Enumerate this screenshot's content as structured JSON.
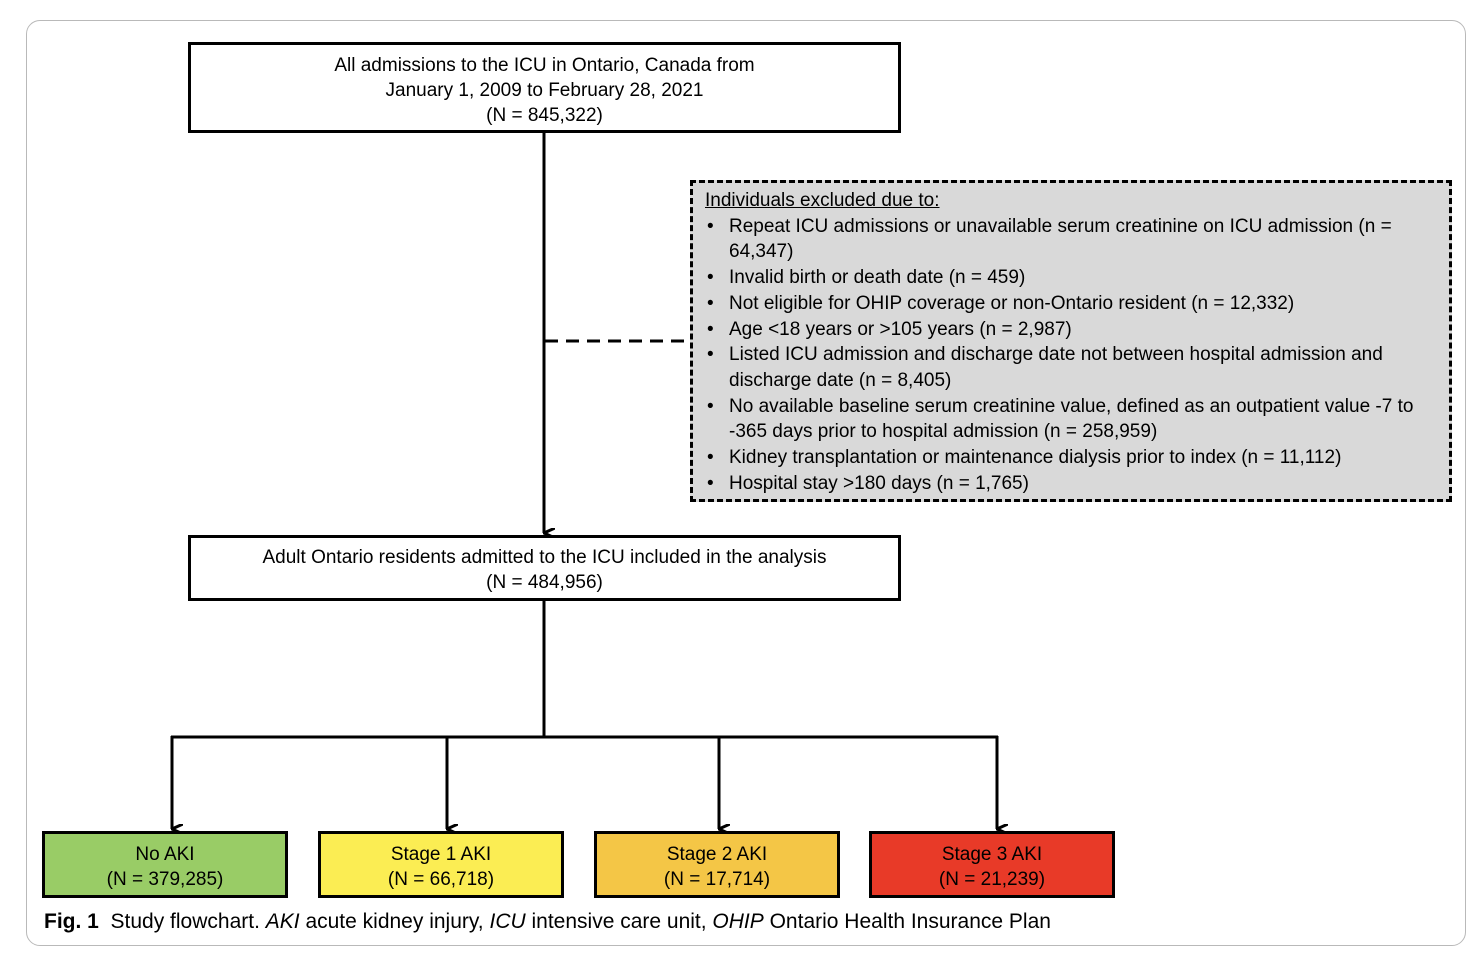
{
  "boxes": {
    "top": {
      "lines": [
        "All admissions to the ICU in Ontario, Canada from",
        "January 1, 2009 to February 28, 2021",
        "(N = 845,322)"
      ]
    },
    "exclusions": {
      "heading": "Individuals excluded due to:",
      "items": [
        "Repeat ICU admissions or unavailable serum creatinine on ICU admission (n = 64,347)",
        "Invalid birth or death date (n = 459)",
        "Not eligible for OHIP coverage or non-Ontario resident (n = 12,332)",
        "Age <18 years or >105 years (n = 2,987)",
        "Listed ICU admission and discharge date not between hospital admission and discharge date (n = 8,405)",
        "No available baseline serum creatinine value, defined as an outpatient value -7 to -365 days prior to hospital admission (n = 258,959)",
        "Kidney transplantation or maintenance dialysis prior to index (n = 11,112)",
        "Hospital stay >180 days (n = 1,765)"
      ]
    },
    "included": {
      "lines": [
        "Adult Ontario residents admitted to the ICU included in the analysis",
        "(N = 484,956)"
      ]
    },
    "outcomes": [
      {
        "label": "No AKI",
        "count": "(N = 379,285)",
        "color": "#99cc66"
      },
      {
        "label": "Stage 1 AKI",
        "count": "(N = 66,718)",
        "color": "#fbed53"
      },
      {
        "label": "Stage 2 AKI",
        "count": "(N = 17,714)",
        "color": "#f4c646"
      },
      {
        "label": "Stage 3 AKI",
        "count": "(N = 21,239)",
        "color": "#e83a28"
      }
    ]
  },
  "caption": {
    "label": "Fig. 1",
    "text1": "Study flowchart. ",
    "abbr1": "AKI",
    "text2": " acute kidney injury, ",
    "abbr2": "ICU",
    "text3": " intensive care unit, ",
    "abbr3": "OHIP",
    "text4": " Ontario Health Insurance Plan"
  }
}
